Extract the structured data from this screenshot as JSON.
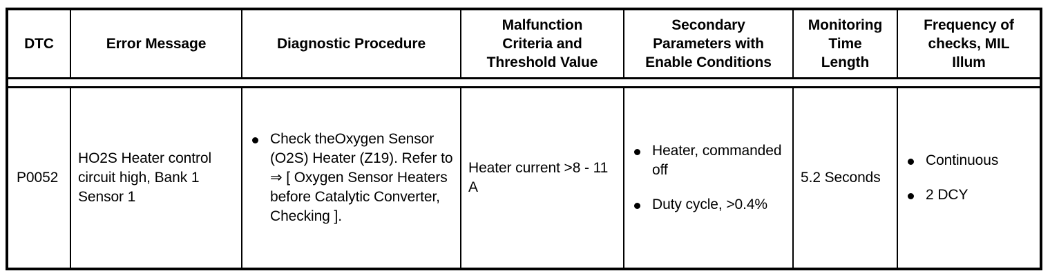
{
  "table": {
    "columns": [
      {
        "key": "dtc",
        "label": "DTC"
      },
      {
        "key": "err",
        "label": "Error Message"
      },
      {
        "key": "diag",
        "label": "Diagnostic Procedure"
      },
      {
        "key": "malf",
        "label": "Malfunction Criteria and Threshold Value"
      },
      {
        "key": "sec",
        "label": "Secondary Parameters with Enable Conditions"
      },
      {
        "key": "mon",
        "label": "Monitoring Time Length"
      },
      {
        "key": "freq",
        "label": "Frequency of checks, MIL Illum"
      }
    ],
    "header_lines": {
      "dtc": [
        "DTC"
      ],
      "err": [
        "Error Message"
      ],
      "diag": [
        "Diagnostic Procedure"
      ],
      "malf": [
        "Malfunction",
        "Criteria and",
        "Threshold Value"
      ],
      "sec": [
        "Secondary",
        "Parameters with",
        "Enable Conditions"
      ],
      "mon": [
        "Monitoring",
        "Time",
        "Length"
      ],
      "freq": [
        "Frequency of",
        "checks, MIL",
        "Illum"
      ]
    },
    "rows": [
      {
        "dtc": "P0052",
        "error_message": "HO2S Heater control circuit high, Bank 1 Sensor 1",
        "diagnostic_procedure": [
          "Check theOxygen Sensor (O2S) Heater (Z19). Refer to ⇒ [ Oxygen Sensor Heaters before Catalytic Converter, Checking ]."
        ],
        "malfunction_criteria": "Heater current >8 - 11 A",
        "secondary_parameters": [
          "Heater, commanded off",
          "Duty cycle, >0.4%"
        ],
        "monitoring_time": "5.2 Seconds",
        "frequency_of_checks": [
          "Continuous",
          "2 DCY"
        ]
      }
    ]
  },
  "colors": {
    "border": "#000000",
    "text": "#000000",
    "background": "#ffffff"
  }
}
